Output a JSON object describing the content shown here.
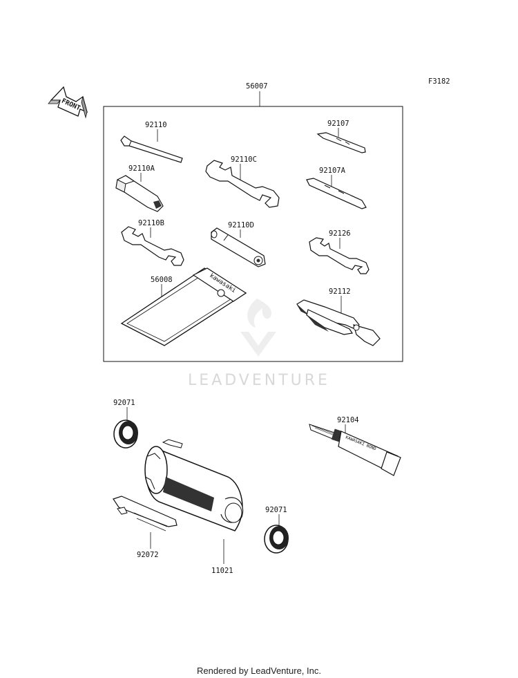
{
  "figure_code": "F3182",
  "front_label": "FRONT",
  "watermark": "LEADVENTURE",
  "footer": "Rendered by LeadVenture, Inc.",
  "tool_bag_brand": "kawasaki",
  "bond_tube_text": "KAWASAKI BOND",
  "parts": {
    "kit": "56007",
    "hex_key": "92110",
    "screwdriver_a": "92107",
    "socket_wrench": "92110A",
    "wrench_c": "92110C",
    "screwdriver_b": "92107A",
    "wrench_b": "92110B",
    "box_wrench": "92110D",
    "wrench_small": "92126",
    "tool_bag": "56008",
    "pliers": "92112",
    "seal_top": "92071",
    "bond": "92104",
    "seal_bottom": "92071",
    "holder": "92072",
    "container": "11021"
  }
}
